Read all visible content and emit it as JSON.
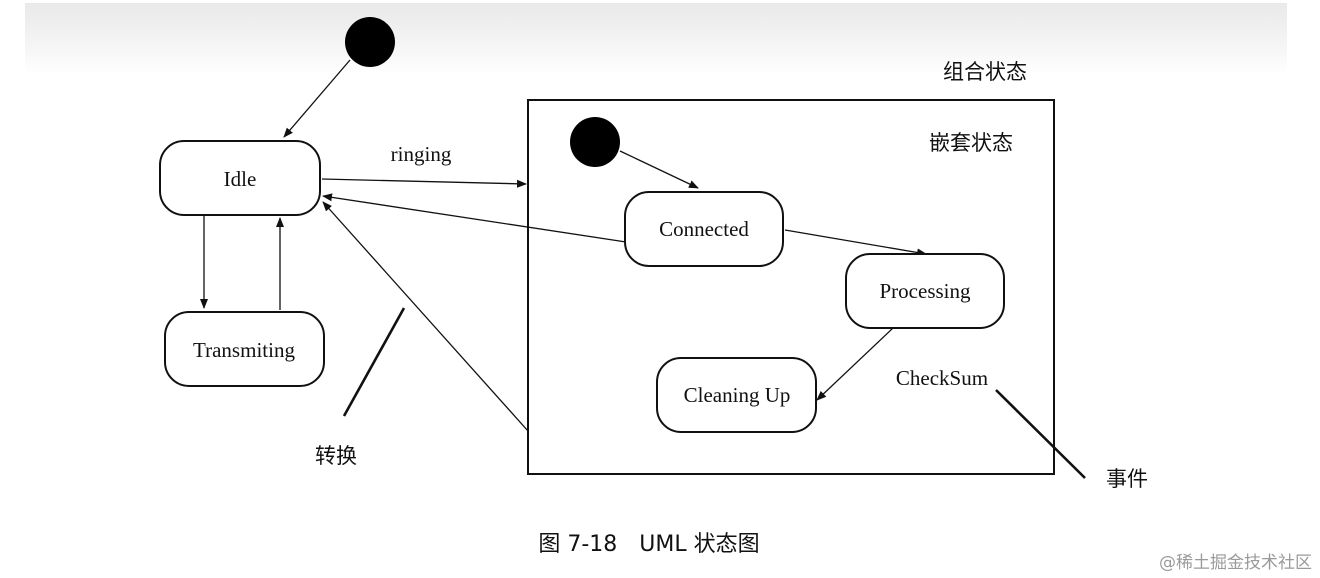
{
  "diagram": {
    "composite_label": "组合状态",
    "nested_label": "嵌套状态",
    "transition_label": "转换",
    "event_label": "事件",
    "caption": "图 7-18　UML 状态图",
    "watermark": "@稀土掘金技术社区"
  },
  "states": {
    "idle": "Idle",
    "transmiting": "Transmiting",
    "connected": "Connected",
    "processing": "Processing",
    "cleaning_up": "Cleaning Up"
  },
  "transitions": {
    "ringing": "ringing",
    "checksum": "CheckSum"
  }
}
